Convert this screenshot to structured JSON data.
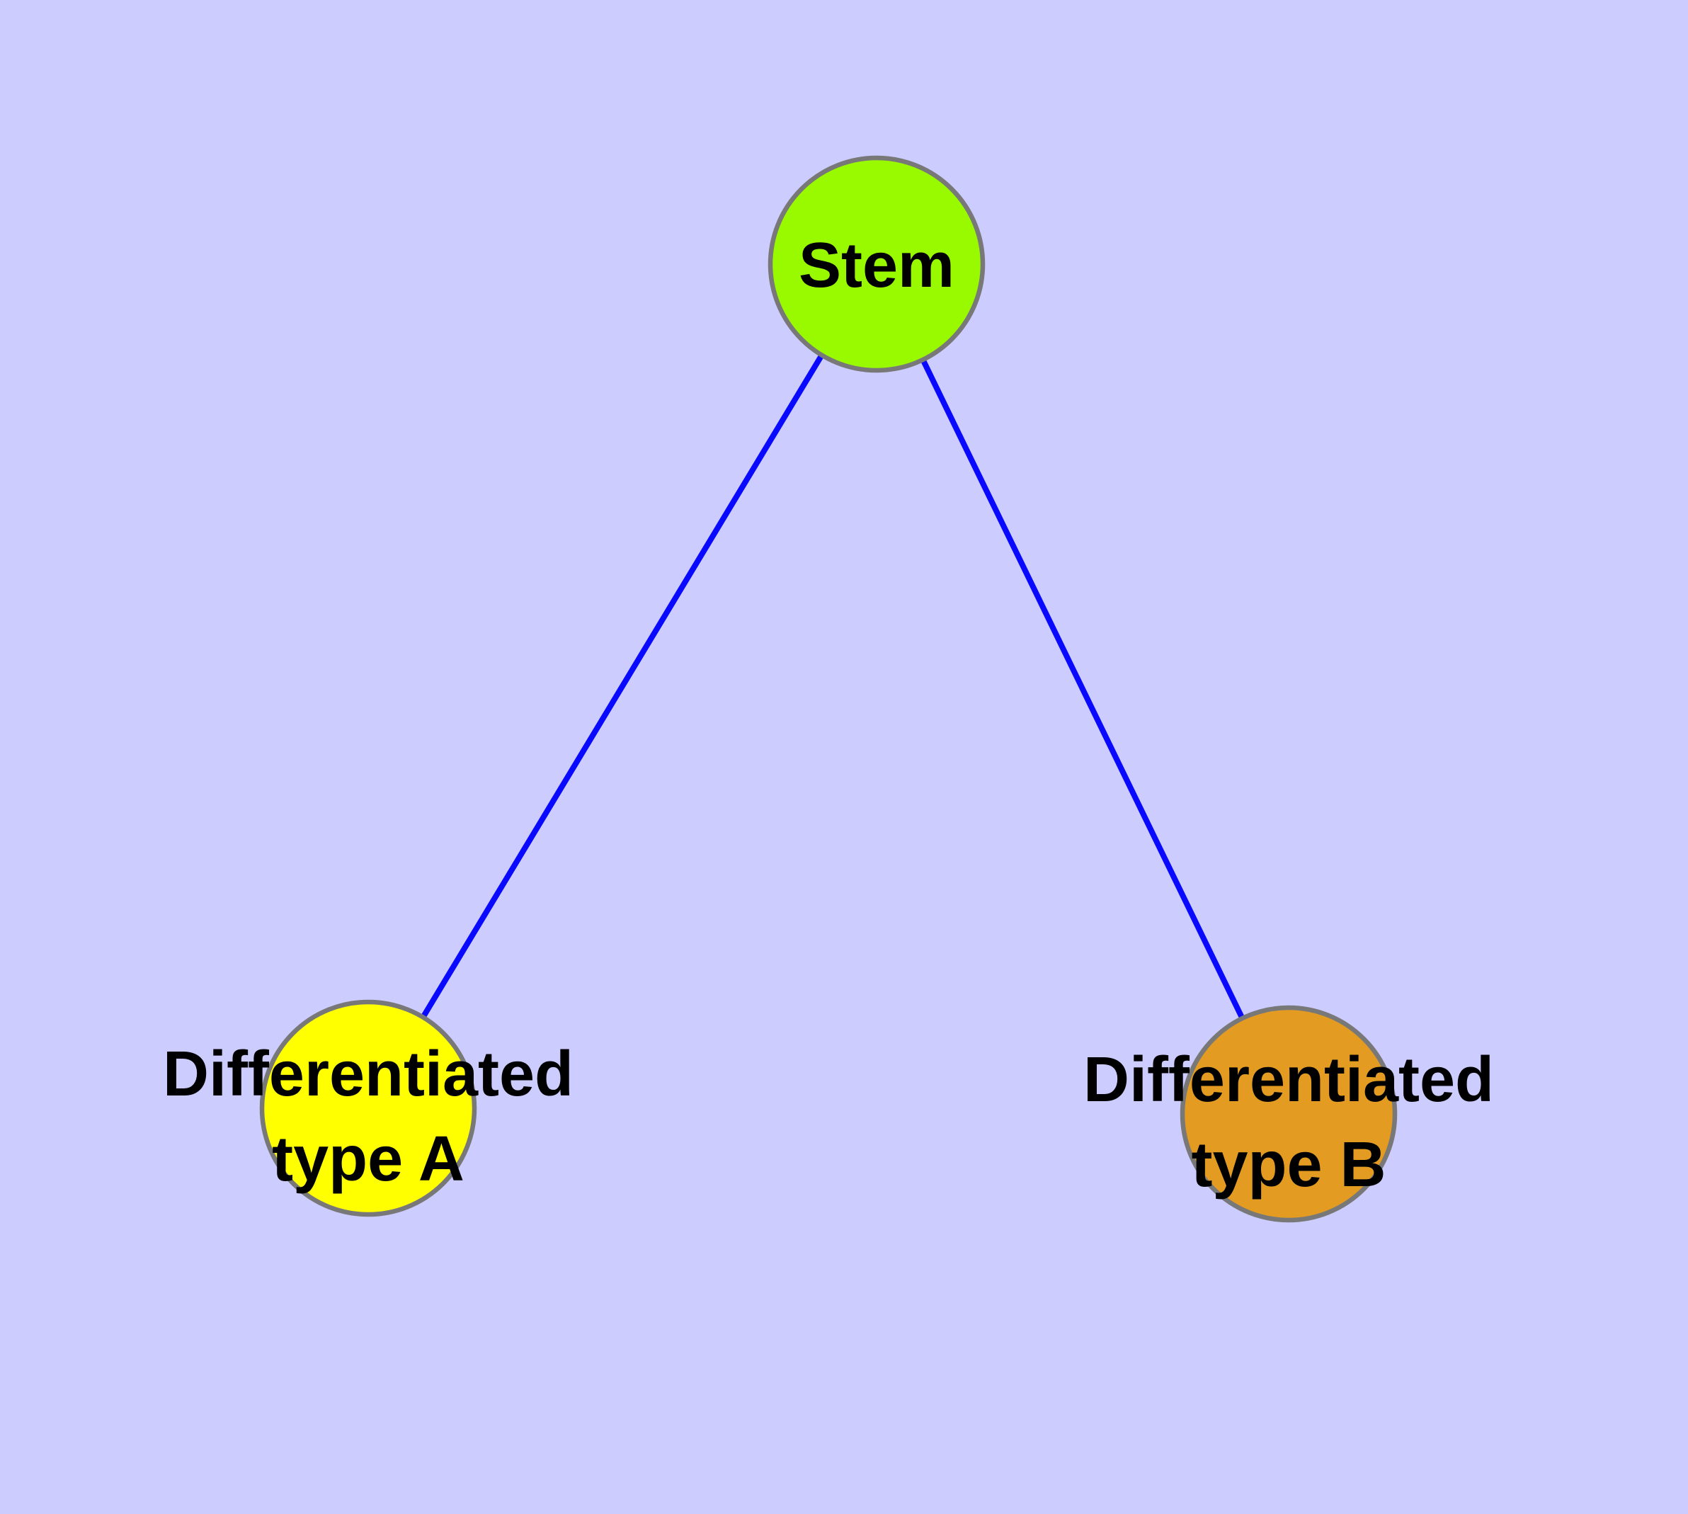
{
  "diagram": {
    "type": "node-link-graph",
    "background_color": "#CCCCFF",
    "edge_color": "#0909FF",
    "node_border_color": "#787878",
    "label_color": "#000000",
    "nodes": [
      {
        "id": "stem",
        "label": "Stem",
        "line1": "Stem",
        "line2": "",
        "fill": "#99FA00"
      },
      {
        "id": "differentiated-type-a",
        "label": "Differentiated type A",
        "line1": "Differentiated",
        "line2": "type A",
        "fill": "#FFFF00"
      },
      {
        "id": "differentiated-type-b",
        "label": "Differentiated type B",
        "line1": "Differentiated",
        "line2": "type B",
        "fill": "#E39C21"
      }
    ],
    "edges": [
      {
        "from": "Stem",
        "to": "Differentiated type A"
      },
      {
        "from": "Stem",
        "to": "Differentiated type B"
      }
    ]
  }
}
